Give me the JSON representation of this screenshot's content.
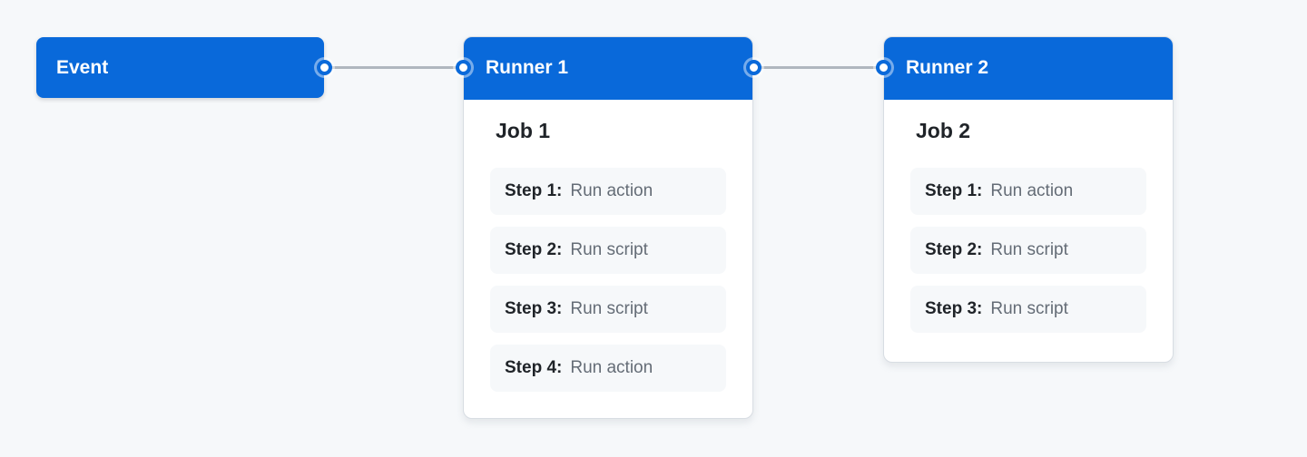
{
  "colors": {
    "accent_blue": "#0969da",
    "canvas_background": "#f6f8fa",
    "card_background": "#ffffff",
    "card_border": "#d8dde3",
    "connector_gray": "#b0b7bf",
    "step_row_background": "#f6f8fa",
    "text_dark": "#1f2328",
    "text_gray": "#646c76"
  },
  "event": {
    "label": "Event"
  },
  "runners": [
    {
      "label": "Runner 1",
      "job": {
        "title": "Job 1",
        "steps": [
          {
            "label": "Step 1:",
            "desc": "Run action"
          },
          {
            "label": "Step 2:",
            "desc": "Run script"
          },
          {
            "label": "Step 3:",
            "desc": "Run script"
          },
          {
            "label": "Step 4:",
            "desc": "Run action"
          }
        ]
      }
    },
    {
      "label": "Runner 2",
      "job": {
        "title": "Job 2",
        "steps": [
          {
            "label": "Step 1:",
            "desc": "Run action"
          },
          {
            "label": "Step 2:",
            "desc": "Run script"
          },
          {
            "label": "Step 3:",
            "desc": "Run script"
          }
        ]
      }
    }
  ]
}
